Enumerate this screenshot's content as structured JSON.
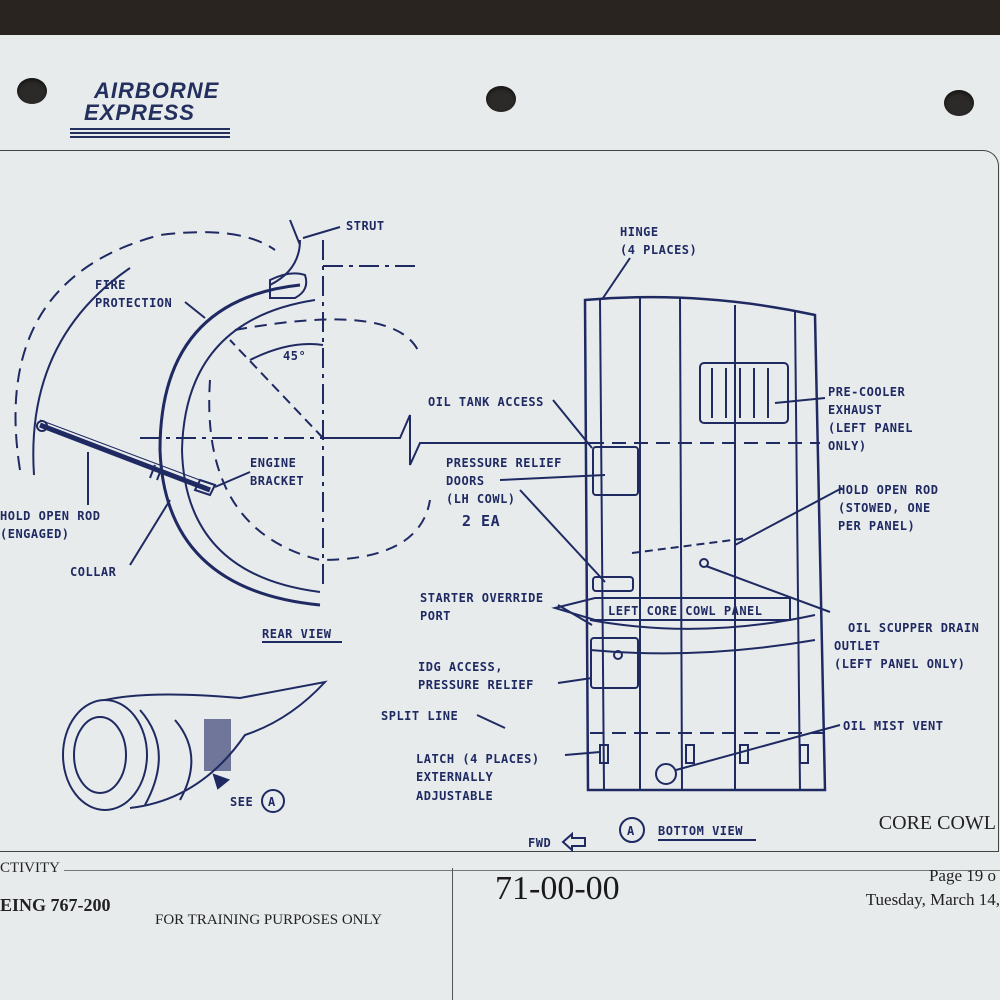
{
  "logo": {
    "line1": "AIRBORNE",
    "line2": "EXPRESS"
  },
  "rear_view": {
    "strut": "STRUT",
    "fire_protection_1": "FIRE",
    "fire_protection_2": "PROTECTION",
    "angle": "45°",
    "engine_bracket_1": "ENGINE",
    "engine_bracket_2": "BRACKET",
    "hold_open_rod_1": "HOLD OPEN ROD",
    "hold_open_rod_2": "(ENGAGED)",
    "collar": "COLLAR",
    "caption": "REAR VIEW"
  },
  "engine_sketch": {
    "see": "SEE",
    "ref": "A"
  },
  "bottom_view": {
    "hinge_1": "HINGE",
    "hinge_2": "(4 PLACES)",
    "oil_tank_access": "OIL TANK ACCESS",
    "pre_cooler_1": "PRE-COOLER",
    "pre_cooler_2": "EXHAUST",
    "pre_cooler_3": "(LEFT PANEL",
    "pre_cooler_4": "ONLY)",
    "pressure_relief_1": "PRESSURE RELIEF",
    "pressure_relief_2": "DOORS",
    "pressure_relief_3": "(LH COWL)",
    "pressure_relief_4": "2 EA",
    "hold_open_rod_1": "HOLD OPEN ROD",
    "hold_open_rod_2": "(STOWED, ONE",
    "hold_open_rod_3": "PER PANEL)",
    "starter_1": "STARTER OVERRIDE",
    "starter_2": "PORT",
    "left_core_cowl": "LEFT CORE COWL PANEL",
    "oil_scupper_1": "OIL SCUPPER DRAIN",
    "oil_scupper_2": "OUTLET",
    "oil_scupper_3": "(LEFT PANEL ONLY)",
    "idg_1": "IDG ACCESS,",
    "idg_2": "PRESSURE RELIEF",
    "split_line": "SPLIT LINE",
    "oil_mist_vent": "OIL MIST VENT",
    "latch_1": "LATCH (4 PLACES)",
    "latch_2": "EXTERNALLY",
    "latch_3": "ADJUSTABLE",
    "fwd": "FWD",
    "ref": "A",
    "caption": "BOTTOM VIEW"
  },
  "section_title": "CORE COWL",
  "footer": {
    "activity": "CTIVITY",
    "aircraft": "EING 767-200",
    "training": "FOR TRAINING PURPOSES ONLY",
    "doc_number": "71-00-00",
    "page": "Page 19 o",
    "date": "Tuesday, March 14,"
  }
}
